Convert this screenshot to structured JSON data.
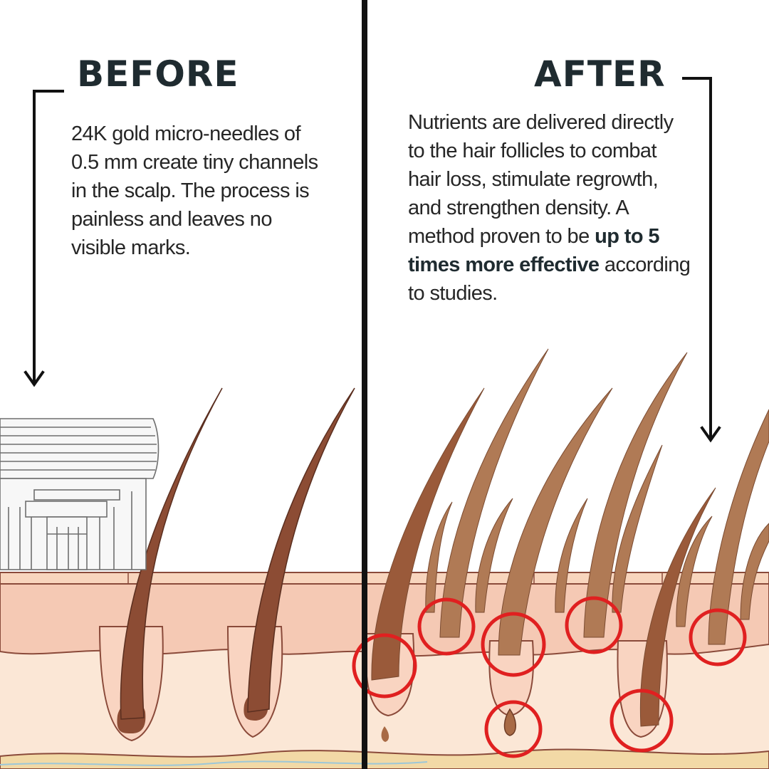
{
  "before": {
    "title": "BEFORE",
    "description": "24K gold micro-needles of 0.5 mm create tiny channels in the scalp. The process is painless and leaves no visible marks."
  },
  "after": {
    "title": "AFTER",
    "description_start": "Nutrients are delivered directly to the hair follicles to combat hair loss, stimulate regrowth, and strengthen density. A method proven to be ",
    "description_emphasis": "up to 5 times more effective",
    "description_end": " according to studies."
  },
  "colors": {
    "title": "#1f2b30",
    "text": "#262626",
    "divider": "#111111",
    "epidermis": "#f5c9b4",
    "dermis": "#fbe7d6",
    "hair_before": "#8c4c34",
    "hair_after": "#b07a55",
    "highlight_circle": "#e02020"
  },
  "icons": [
    "arrow-down-icon",
    "microneedle-roller-icon",
    "highlight-circle-icon"
  ]
}
